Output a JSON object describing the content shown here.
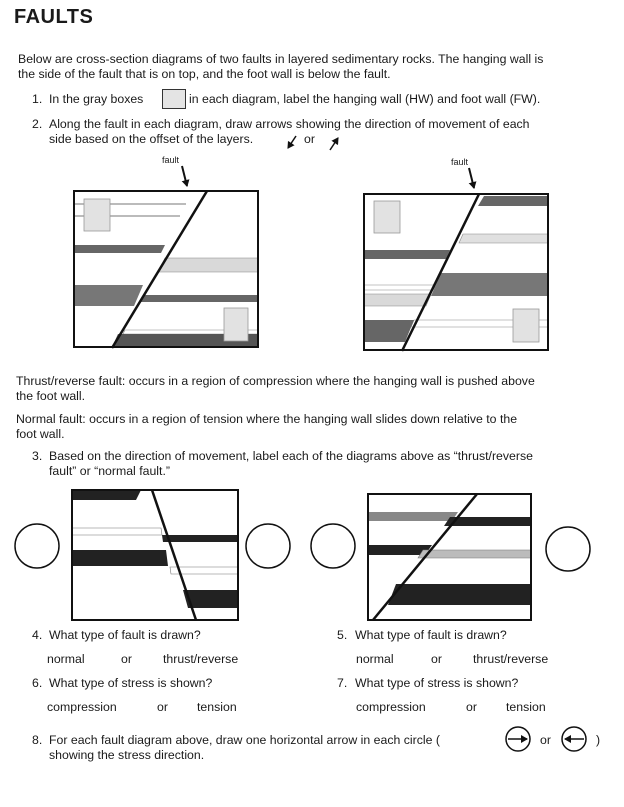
{
  "title": "FAULTS",
  "intro": {
    "line1": "Below are cross-section diagrams of two faults in layered sedimentary rocks. The hanging wall is",
    "line2": "the side of the fault that is on top, and the foot wall is below the fault."
  },
  "q1": {
    "num": "1.",
    "a": "In the gray boxes",
    "b": "in each diagram, label the hanging wall (HW) and foot wall (FW)."
  },
  "q2": {
    "num": "2.",
    "line1": "Along the fault in each diagram, draw arrows showing the direction of movement of each",
    "line2": "side based on the offset of the layers.",
    "or": "or"
  },
  "diagram1": {
    "fault_label": "fault"
  },
  "diagram2": {
    "fault_label": "fault"
  },
  "definitions": {
    "thrust_line1": "Thrust/reverse fault: occurs in a region of compression where the hanging wall is pushed above",
    "thrust_line2": "the foot wall.",
    "normal_line1": "Normal fault: occurs in a region of tension where the hanging wall slides down relative to the",
    "normal_line2": "foot wall."
  },
  "q3": {
    "num": "3.",
    "line1": "Based on the direction of movement, label each of the diagrams above as “thrust/reverse",
    "line2": "fault” or “normal fault.”"
  },
  "q4": {
    "num": "4.",
    "text": "What type of fault is drawn?",
    "opt1": "normal",
    "or": "or",
    "opt2": "thrust/reverse"
  },
  "q5": {
    "num": "5.",
    "text": "What type of fault is drawn?",
    "opt1": "normal",
    "or": "or",
    "opt2": "thrust/reverse"
  },
  "q6": {
    "num": "6.",
    "text": "What type of stress is shown?",
    "opt1": "compression",
    "or": "or",
    "opt2": "tension"
  },
  "q7": {
    "num": "7.",
    "text": "What type of stress is shown?",
    "opt1": "compression",
    "or": "or",
    "opt2": "tension"
  },
  "q8": {
    "num": "8.",
    "line1": "For each fault diagram above, draw one horizontal arrow in each circle (",
    "or": "or",
    "close": ")",
    "line2": "showing the stress direction."
  }
}
